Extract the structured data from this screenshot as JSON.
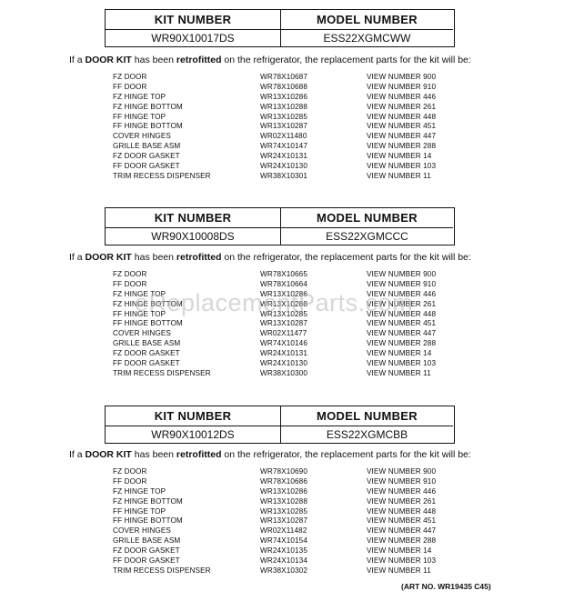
{
  "header_labels": {
    "kit": "KIT NUMBER",
    "model": "MODEL NUMBER"
  },
  "intro": {
    "pre": "If a ",
    "bold1": "DOOR KIT",
    "mid": " has been ",
    "bold2": "retrofitted",
    "post": " on the refrigerator, the replacement parts for the kit will be:"
  },
  "sections": [
    {
      "kit_number": "WR90X10017DS",
      "model_number": "ESS22XGMCWW",
      "parts": [
        [
          "FZ DOOR",
          "WR78X10687",
          "VIEW NUMBER 900"
        ],
        [
          "FF DOOR",
          "WR78X10688",
          "VIEW NUMBER 910"
        ],
        [
          "FZ HINGE TOP",
          "WR13X10286",
          "VIEW NUMBER 446"
        ],
        [
          "FZ HINGE BOTTOM",
          "WR13X10288",
          "VIEW NUMBER 261"
        ],
        [
          "FF HINGE TOP",
          "WR13X10285",
          "VIEW NUMBER 448"
        ],
        [
          "FF HINGE BOTTOM",
          "WR13X10287",
          "VIEW NUMBER 451"
        ],
        [
          "COVER HINGES",
          "WR02X11480",
          "VIEW NUMBER 447"
        ],
        [
          "GRILLE BASE ASM",
          "WR74X10147",
          "VIEW NUMBER 288"
        ],
        [
          "FZ DOOR GASKET",
          "WR24X10131",
          "VIEW NUMBER 14"
        ],
        [
          "FF DOOR GASKET",
          "WR24X10130",
          "VIEW NUMBER 103"
        ],
        [
          "TRIM RECESS DISPENSER",
          "WR38X10301",
          "VIEW NUMBER 11"
        ]
      ]
    },
    {
      "kit_number": "WR90X10008DS",
      "model_number": "ESS22XGMCCC",
      "parts": [
        [
          "FZ DOOR",
          "WR78X10665",
          "VIEW NUMBER 900"
        ],
        [
          "FF DOOR",
          "WR78X10664",
          "VIEW NUMBER 910"
        ],
        [
          "FZ HINGE TOP",
          "WR13X10286",
          "VIEW NUMBER 446"
        ],
        [
          "FZ HINGE BOTTOM",
          "WR13X10288",
          "VIEW NUMBER 261"
        ],
        [
          "FF HINGE TOP",
          "WR13X10285",
          "VIEW NUMBER 448"
        ],
        [
          "FF HINGE BOTTOM",
          "WR13X10287",
          "VIEW NUMBER 451"
        ],
        [
          "COVER HINGES",
          "WR02X11477",
          "VIEW NUMBER 447"
        ],
        [
          "GRILLE BASE ASM",
          "WR74X10146",
          "VIEW NUMBER 288"
        ],
        [
          "FZ DOOR GASKET",
          "WR24X10131",
          "VIEW NUMBER 14"
        ],
        [
          "FF DOOR GASKET",
          "WR24X10130",
          "VIEW NUMBER 103"
        ],
        [
          "TRIM RECESS DISPENSER",
          "WR38X10300",
          "VIEW NUMBER 11"
        ]
      ]
    },
    {
      "kit_number": "WR90X10012DS",
      "model_number": "ESS22XGMCBB",
      "parts": [
        [
          "FZ DOOR",
          "WR78X10690",
          "VIEW NUMBER 900"
        ],
        [
          "FF DOOR",
          "WR78X10686",
          "VIEW NUMBER 910"
        ],
        [
          "FZ HINGE TOP",
          "WR13X10286",
          "VIEW NUMBER 446"
        ],
        [
          "FZ HINGE BOTTOM",
          "WR13X10288",
          "VIEW NUMBER 261"
        ],
        [
          "FF HINGE TOP",
          "WR13X10285",
          "VIEW NUMBER 448"
        ],
        [
          "FF HINGE BOTTOM",
          "WR13X10287",
          "VIEW NUMBER 451"
        ],
        [
          "COVER HINGES",
          "WR02X11482",
          "VIEW NUMBER 447"
        ],
        [
          "GRILLE BASE ASM",
          "WR74X10154",
          "VIEW NUMBER 288"
        ],
        [
          "FZ DOOR GASKET",
          "WR24X10135",
          "VIEW NUMBER 14"
        ],
        [
          "FF DOOR GASKET",
          "WR24X10134",
          "VIEW NUMBER 103"
        ],
        [
          "TRIM RECESS DISPENSER",
          "WR38X10302",
          "VIEW NUMBER 11"
        ]
      ]
    }
  ],
  "watermark": "eReplacementParts.com",
  "art_number": "(ART NO. WR19435 C45)"
}
